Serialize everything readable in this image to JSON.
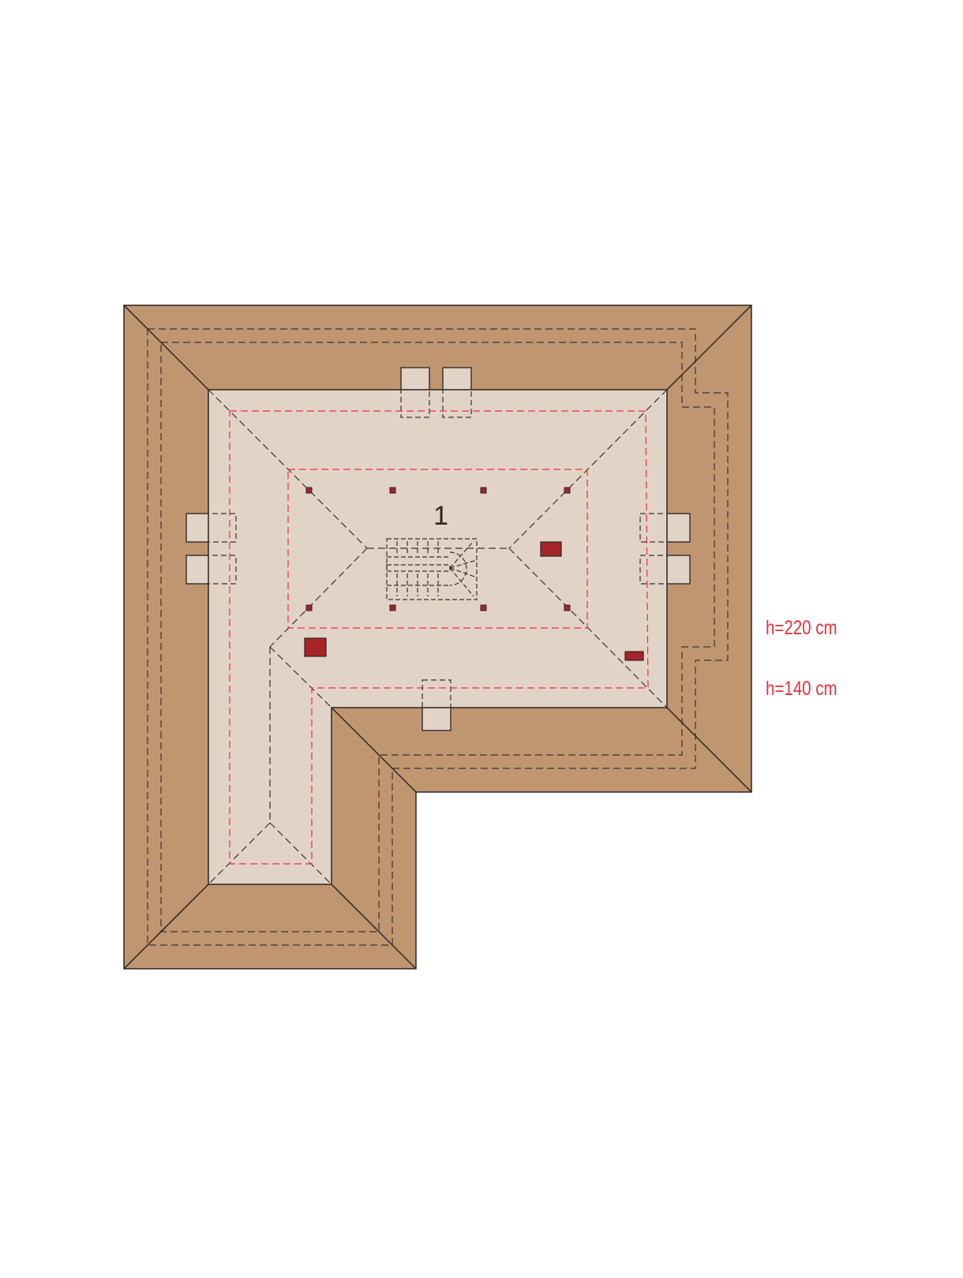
{
  "plan": {
    "room_number": "1",
    "legend": [
      {
        "label": "h=220 cm",
        "color": "#E8313A"
      },
      {
        "label": "h=140 cm",
        "color": "#E8313A"
      }
    ]
  },
  "colors": {
    "roof": "#C09670",
    "attic_floor": "#E2D3C7",
    "height_line": "#E8313A",
    "chimney": "#A52428",
    "outline": "#2B2522"
  }
}
